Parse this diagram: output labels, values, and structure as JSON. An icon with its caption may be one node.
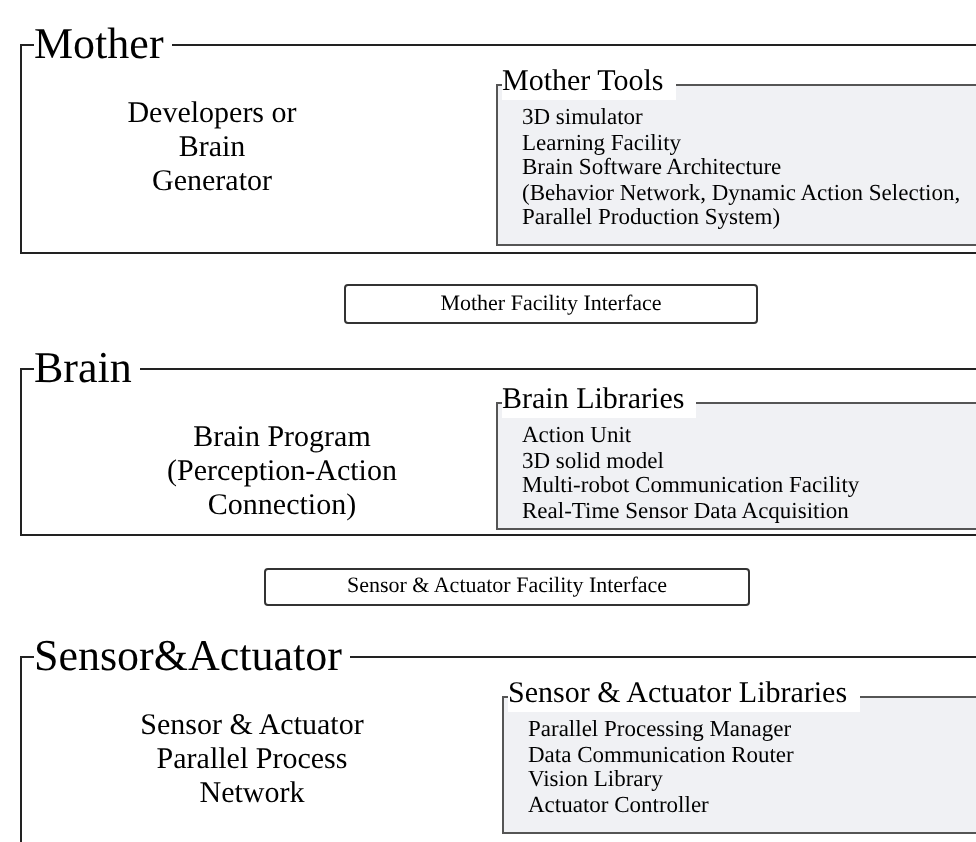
{
  "diagram": {
    "nodes": [
      {
        "text": [
          "Mother",
          "Developers or Brain Generator"
        ]
      },
      {
        "text": [
          "Mother Tools",
          "3D simulator",
          "Learning Facility",
          "Brain Software Architecture",
          "(Behavior Network, Dynamic Action Selection, Parallel Production System)"
        ],
        "in": 0
      },
      {
        "text": [
          "Mother Facility Interface"
        ]
      },
      {
        "text": [
          "Brain",
          "Brain Program (Perception-Action Connection)"
        ]
      },
      {
        "text": [
          "Brain Libraries",
          "Action Unit",
          "3D solid model",
          "Multi-robot Communication Facility",
          "Real-Time Sensor Data Acquisition"
        ],
        "in": 3
      },
      {
        "text": [
          "Sensor & Actuator Facility Interface"
        ]
      },
      {
        "text": [
          "Sensor&Actuator",
          "Sensor & Actuator Parallel Process Network"
        ]
      },
      {
        "text": [
          "Sensor & Actuator Libraries",
          "Parallel Processing Manager",
          "Data Communication Router",
          "Vision Library",
          "Actuator Controller"
        ],
        "in": 6
      }
    ]
  }
}
